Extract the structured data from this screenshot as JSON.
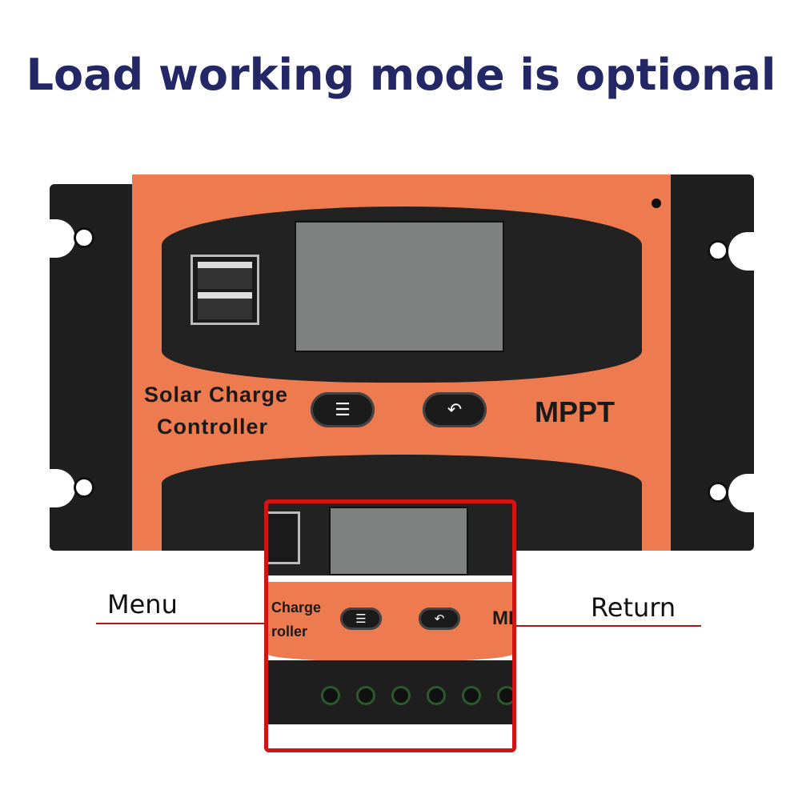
{
  "headline": "Load working mode is optional",
  "device": {
    "brand_line1": "Solar Charge",
    "brand_line2": "Controller",
    "model_label": "MPPT",
    "menu_button_icon": "menu-lines-icon",
    "return_button_icon": "return-arrow-icon",
    "menu_glyph": "☰",
    "return_glyph": "↶",
    "colors": {
      "body": "#1f1f1f",
      "faceplate": "#ee7b4f",
      "lcd": "#7f8181"
    }
  },
  "annotations": {
    "left_label": "Menu",
    "right_label": "Return",
    "line_color": "#b01818"
  },
  "inset": {
    "partial_line1": "Charge",
    "partial_line2": "roller",
    "partial_model": "MI",
    "border_color": "#d01414",
    "led_count": 6
  }
}
